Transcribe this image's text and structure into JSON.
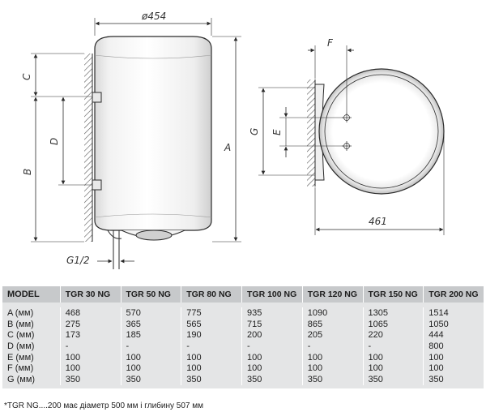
{
  "drawing": {
    "labels": {
      "diameter": "ø454",
      "depth": "461",
      "C": "C",
      "D": "D",
      "B": "B",
      "A": "A",
      "G12": "G1/2",
      "F": "F",
      "G": "G",
      "E": "E"
    },
    "colors": {
      "line": "#2a2a2a",
      "hatch": "#555555"
    }
  },
  "table": {
    "header": [
      "MODEL",
      "TGR 30 NG",
      "TGR 50 NG",
      "TGR 80 NG",
      "TGR 100 NG",
      "TGR 120 NG",
      "TGR 150 NG",
      "TGR 200 NG"
    ],
    "rows": [
      [
        "A (мм)",
        "468",
        "570",
        "775",
        "935",
        "1090",
        "1305",
        "1514"
      ],
      [
        "B (мм)",
        "275",
        "365",
        "565",
        "715",
        "865",
        "1065",
        "1050"
      ],
      [
        "C (мм)",
        "173",
        "185",
        "190",
        "200",
        "205",
        "220",
        "444"
      ],
      [
        "D (мм)",
        "-",
        "-",
        "-",
        "-",
        "-",
        "-",
        "800"
      ],
      [
        "E (мм)",
        "100",
        "100",
        "100",
        "100",
        "100",
        "100",
        "100"
      ],
      [
        "F (мм)",
        "100",
        "100",
        "100",
        "100",
        "100",
        "100",
        "100"
      ],
      [
        "G (мм)",
        "350",
        "350",
        "350",
        "350",
        "350",
        "350",
        "350"
      ]
    ],
    "colors": {
      "header_bg": "#c7c9cb",
      "body_bg": "#e4e5e6"
    }
  },
  "footnote": "*TGR NG....200 має діаметр 500 мм і глибину 507 мм"
}
